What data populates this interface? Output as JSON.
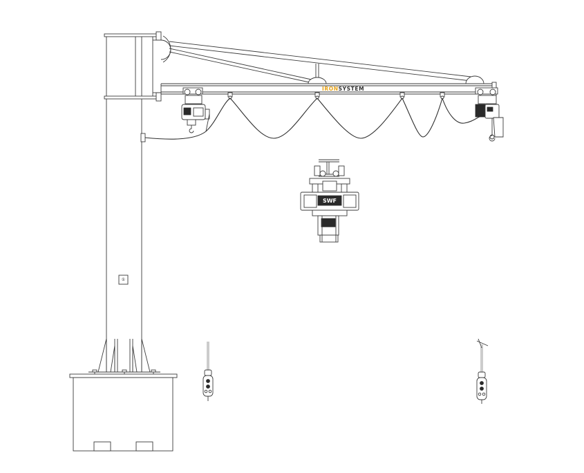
{
  "brand": {
    "part1": "IRON",
    "part2": "SYSTEM",
    "accent_color": "#e8a317",
    "text_color": "#333333"
  },
  "hoist_label": "SWF",
  "column_tag": "①",
  "colors": {
    "line": "#3a3a3a",
    "background": "#ffffff"
  }
}
